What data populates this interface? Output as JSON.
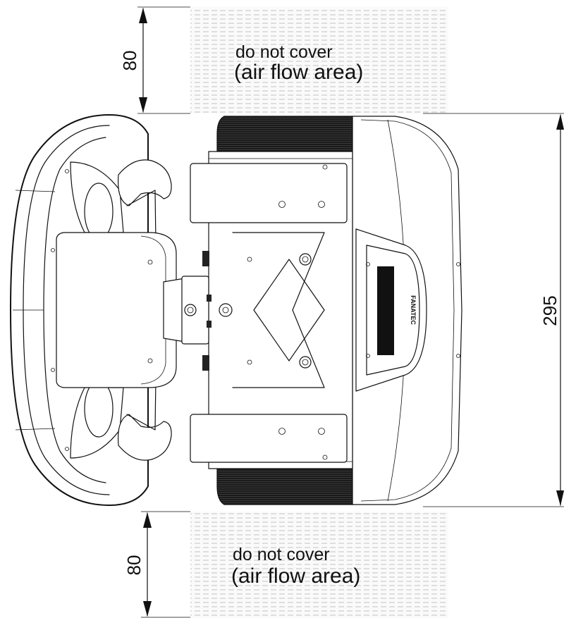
{
  "top_zone": {
    "line1": "do not cover",
    "line2": "(air flow area)"
  },
  "bottom_zone": {
    "line1": "do not cover",
    "line2": "(air flow area)"
  },
  "dimensions": {
    "top_clearance": "80",
    "bottom_clearance": "80",
    "base_height": "295"
  },
  "colors": {
    "line": "#111111",
    "airflow_hatch": "#9a9a9a",
    "airflow_fill": "#fafafa",
    "fin": "#1a1a1a"
  }
}
